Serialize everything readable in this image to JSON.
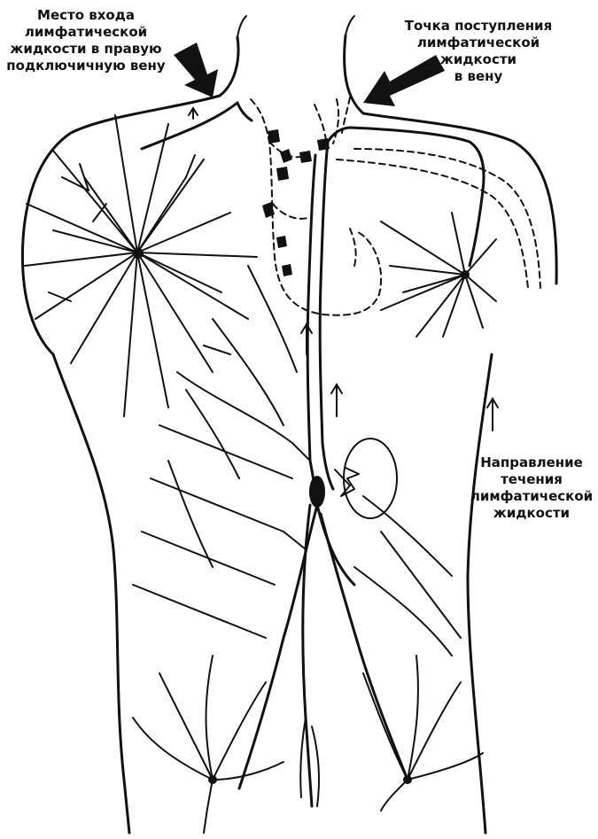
{
  "labels": {
    "right_entry": [
      "Место входа",
      "лимфатической",
      "жидкости в правую",
      "подключичную вену"
    ],
    "left_entry": [
      "Точка поступления",
      "лимфатической",
      "жидкости",
      "в вену"
    ],
    "direction": [
      "Направление",
      "течения",
      "лимфатической",
      "жидкости"
    ]
  },
  "colors": {
    "ink": "#111111",
    "background": "#ffffff"
  },
  "icons": [
    "arrow-icon"
  ]
}
